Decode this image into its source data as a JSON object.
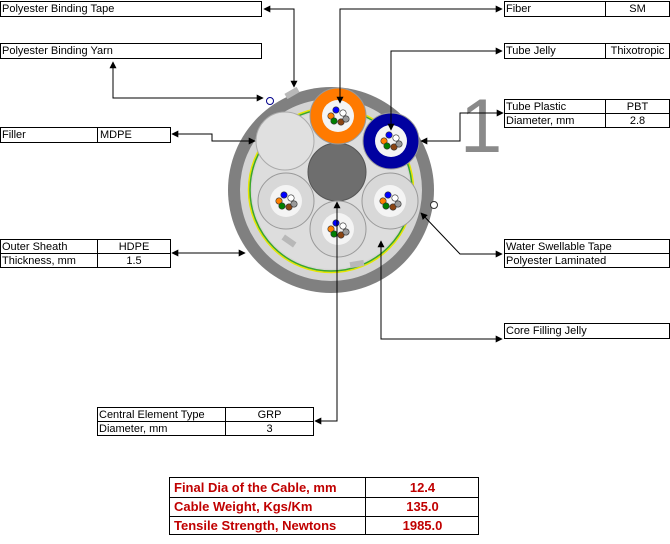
{
  "labels": {
    "binding_tape": "Polyester Binding Tape",
    "binding_yarn": "Polyester Binding Yarn",
    "filler": {
      "name": "Filler",
      "material": "MDPE"
    },
    "outer_sheath": {
      "name": "Outer Sheath",
      "material": "HDPE",
      "thickness_label": "Thickness, mm",
      "thickness_value": "1.5"
    },
    "fiber": {
      "name": "Fiber",
      "value": "SM"
    },
    "tube_jelly": {
      "name": "Tube Jelly",
      "value": "Thixotropic"
    },
    "tube_plastic": {
      "name": "Tube Plastic",
      "value": "PBT",
      "diameter_label": "Diameter, mm",
      "diameter_value": "2.8"
    },
    "water_swellable": {
      "line1": "Water Swellable Tape",
      "line2": "Polyester Laminated"
    },
    "core_filling": "Core Filling Jelly",
    "central_element": {
      "name": "Central Element Type",
      "value": "GRP",
      "diameter_label": "Diameter, mm",
      "diameter_value": "3"
    }
  },
  "big_numeral": "1",
  "summary": [
    {
      "label": "Final Dia of the Cable, mm",
      "value": "12.4"
    },
    {
      "label": "Cable Weight, Kgs/Km",
      "value": "135.0"
    },
    {
      "label": "Tensile Strength, Newtons",
      "value": "1985.0"
    }
  ],
  "colors": {
    "outer_sheath": "#808080",
    "inner_tape": "#d4d4d4",
    "green_tape": "#3aa62b",
    "yellow_tape": "#e6e600",
    "core": "#dddddd",
    "central_element": "#6e6e6e",
    "tube_orange": "#ff7a00",
    "tube_blue": "#0000a0",
    "tube_natural": "#d8d8d8",
    "summary_text": "#c00000",
    "fiber_colors": [
      "#0000ff",
      "#ffffff",
      "#ff8000",
      "#008000",
      "#8b4513",
      "#999999"
    ]
  }
}
